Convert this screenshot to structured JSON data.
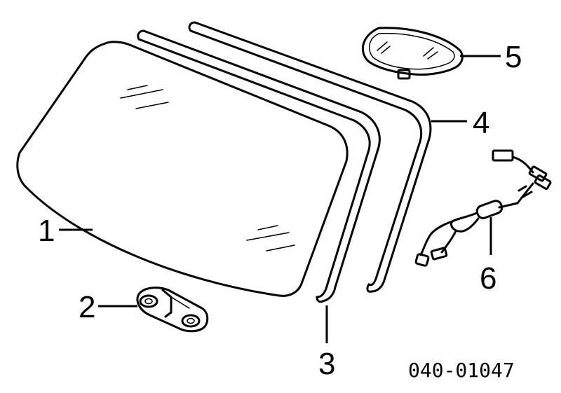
{
  "callouts": {
    "p1": "1",
    "p2": "2",
    "p3": "3",
    "p4": "4",
    "p5": "5",
    "p6": "6"
  },
  "diagram_code": "040-01047"
}
